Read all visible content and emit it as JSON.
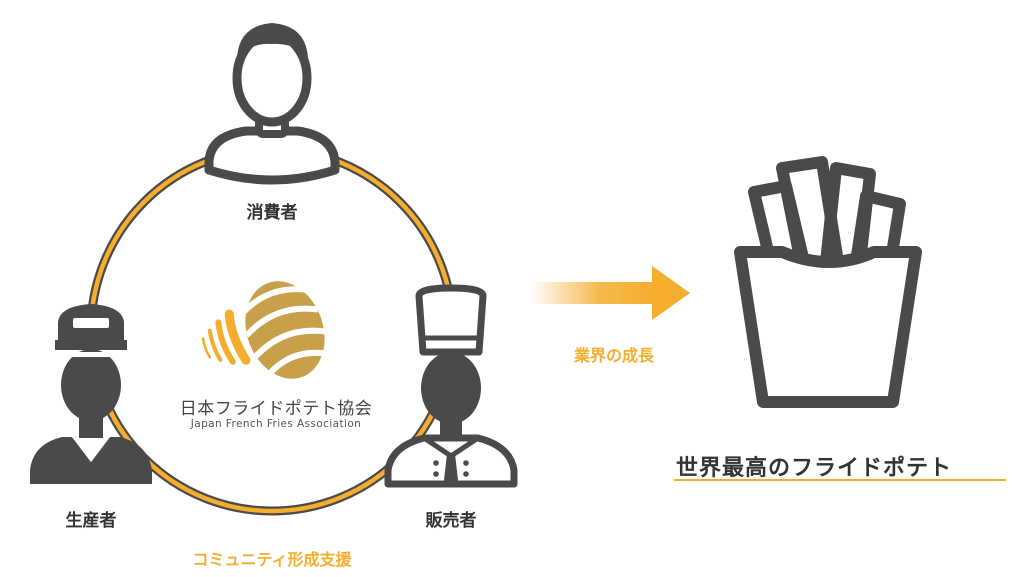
{
  "diagram": {
    "roles": {
      "consumer": "消費者",
      "producer": "生産者",
      "seller": "販売者"
    },
    "organization": {
      "name_jp": "日本フライドポテト協会",
      "name_en": "Japan French Fries Association"
    },
    "cycle_caption": "コミュニティ形成支援",
    "arrow_caption": "業界の成長",
    "goal": "世界最高のフライドポテト"
  },
  "colors": {
    "accent": "#f4ad2c",
    "dark": "#4a4a4a",
    "logo_gold": "#c9a04a"
  },
  "icons": [
    "consumer-person-icon",
    "producer-cap-person-icon",
    "chef-person-icon",
    "association-logo-icon",
    "growth-arrow-icon",
    "french-fries-icon"
  ]
}
